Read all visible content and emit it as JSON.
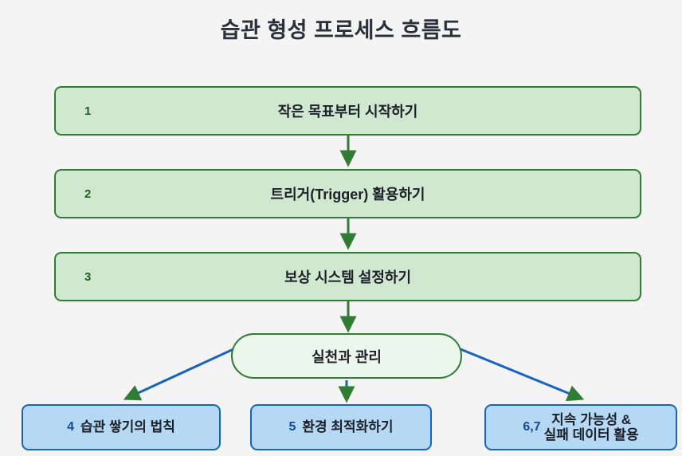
{
  "title": "습관 형성 프로세스 흐름도",
  "colors": {
    "background": "#f4f4f4",
    "step_fill": "#cfe8cf",
    "step_border": "#2f7d32",
    "pill_fill": "#eaf7ea",
    "outcome_fill": "#b5d9f4",
    "outcome_border": "#1565c0",
    "arrow_green": "#2f7d32",
    "branch_blue": "#1565c0",
    "title_text": "#2b2f3a"
  },
  "steps": [
    {
      "num": "1",
      "label": "작은 목표부터 시작하기"
    },
    {
      "num": "2",
      "label": "트리거(Trigger) 활용하기"
    },
    {
      "num": "3",
      "label": "보상 시스템 설정하기"
    }
  ],
  "central": {
    "label": "실천과 관리"
  },
  "outcomes": [
    {
      "num": "4",
      "line1": "습관 쌓기의 법칙",
      "line2": ""
    },
    {
      "num": "5",
      "line1": "환경 최적화하기",
      "line2": ""
    },
    {
      "num": "6,7",
      "line1": "지속 가능성 &",
      "line2": "실패 데이터 활용"
    }
  ]
}
